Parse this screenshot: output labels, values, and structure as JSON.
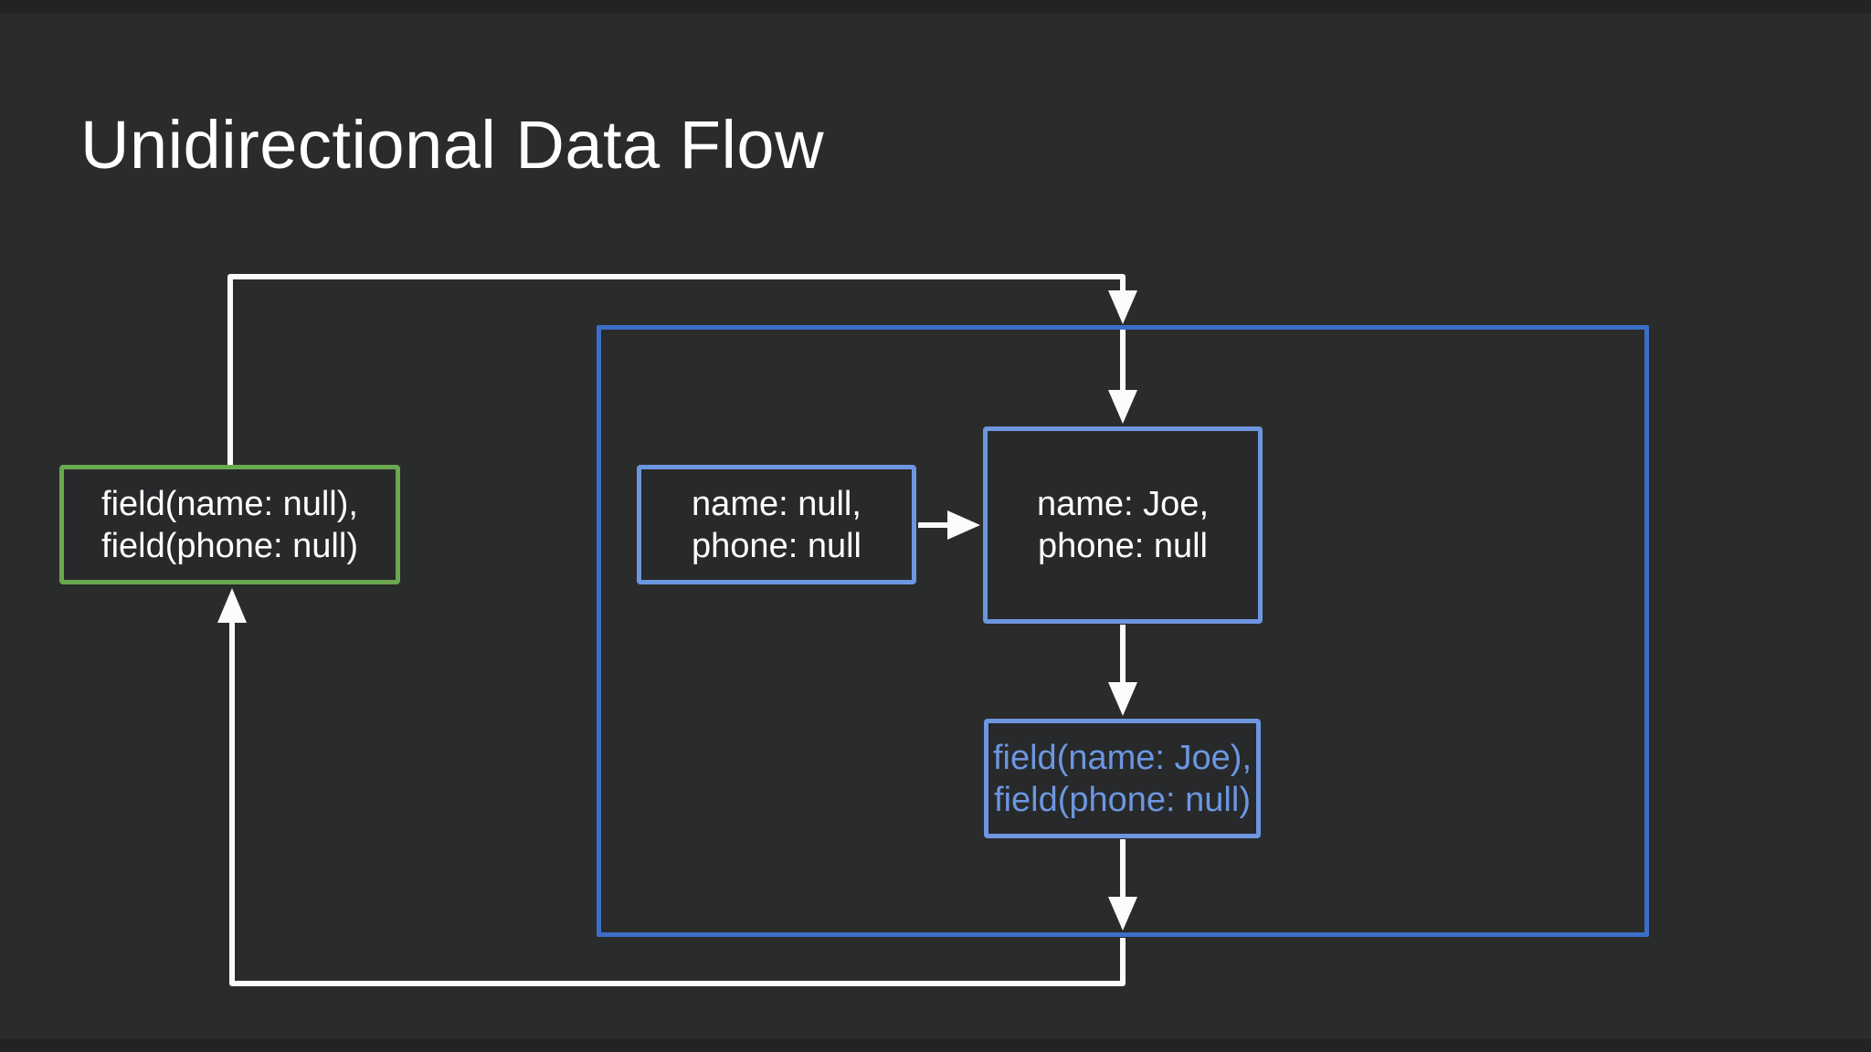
{
  "slide": {
    "title": "Unidirectional Data Flow"
  },
  "colors": {
    "background": "#2a2b2b",
    "letterbox_bar": "#222324",
    "title_text": "#ffffff",
    "box_text_white": "#ffffff",
    "accent_green": "#6aa84f",
    "accent_blue_container": "#3d6ec9",
    "accent_light_blue": "#6d96e0",
    "arrow_white": "#fbfbfb"
  },
  "diagram": {
    "boxes": [
      {
        "name": "fields-null-box",
        "lines": [
          "field(name: null),",
          "field(phone: null)"
        ]
      },
      {
        "name": "state-null-box",
        "lines": [
          "name: null,",
          "phone: null"
        ]
      },
      {
        "name": "state-joe-box",
        "lines": [
          "name: Joe,",
          "phone: null"
        ]
      },
      {
        "name": "fields-joe-box",
        "lines": [
          "field(name: Joe),",
          "field(phone: null)"
        ]
      }
    ]
  }
}
